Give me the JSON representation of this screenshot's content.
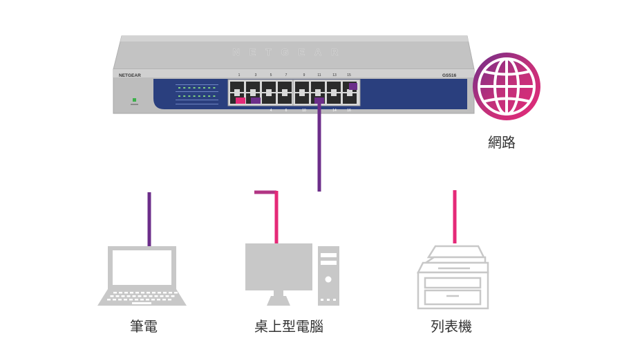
{
  "switch": {
    "brand": "NETGEAR",
    "model": "GS516",
    "top_ports": [
      "1",
      "3",
      "5",
      "7",
      "9",
      "11",
      "13",
      "15"
    ],
    "bottom_ports": [
      "4",
      "6",
      "10",
      "14",
      "16"
    ]
  },
  "devices": {
    "internet": "網路",
    "laptop": "筆電",
    "desktop": "桌上型電腦",
    "printer": "列表機"
  },
  "colors": {
    "cable_pink": "#e52a78",
    "cable_purple": "#6c2e8a",
    "device_gray": "#c8c8c8",
    "switch_panel": "#2a3f7e",
    "switch_body": "#c9c9c9"
  }
}
